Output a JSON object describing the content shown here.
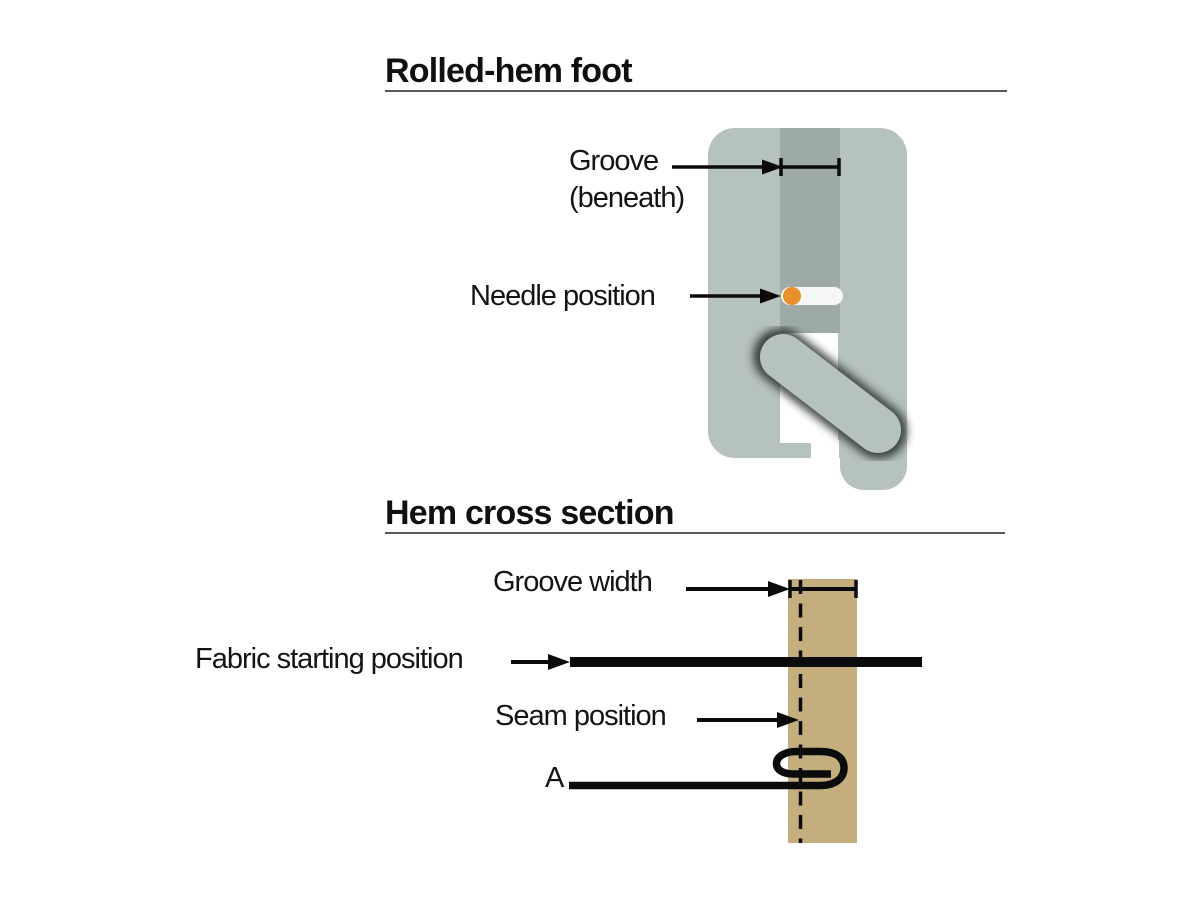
{
  "figure": {
    "foot_section": {
      "title": "Rolled-hem foot",
      "labels": {
        "groove_line1": "Groove",
        "groove_line2": "(beneath)",
        "needle": "Needle position"
      }
    },
    "cross_section": {
      "title": "Hem cross section",
      "labels": {
        "groove_width": "Groove width",
        "fabric_start": "Fabric starting position",
        "seam": "Seam position",
        "point_a": "A"
      }
    }
  },
  "colors": {
    "foot_body": "#b6c2be",
    "foot_groove": "#9daaa8",
    "needle_slot": "#f5f7f4",
    "needle_dot": "#e8912c",
    "scroll_shadow": "#2c3133",
    "fabric_bar_tan": "#c4ae7e",
    "line_black": "#0b0b0b",
    "underline_gray": "#5a5a5a"
  }
}
